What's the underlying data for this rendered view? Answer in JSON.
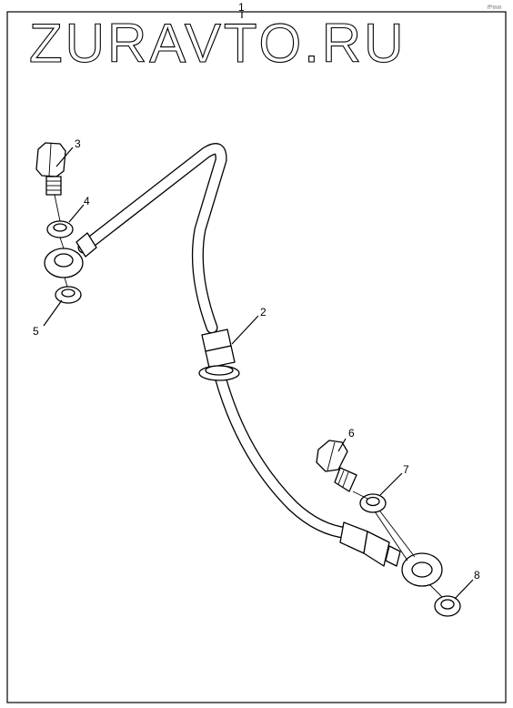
{
  "watermark": "ZURAVTO.RU",
  "corner_text": "ff*mm",
  "callouts": [
    {
      "id": "1",
      "label": "1"
    },
    {
      "id": "2",
      "label": "2"
    },
    {
      "id": "3",
      "label": "3"
    },
    {
      "id": "4",
      "label": "4"
    },
    {
      "id": "5",
      "label": "5"
    },
    {
      "id": "6",
      "label": "6"
    },
    {
      "id": "7",
      "label": "7"
    },
    {
      "id": "8",
      "label": "8"
    }
  ]
}
